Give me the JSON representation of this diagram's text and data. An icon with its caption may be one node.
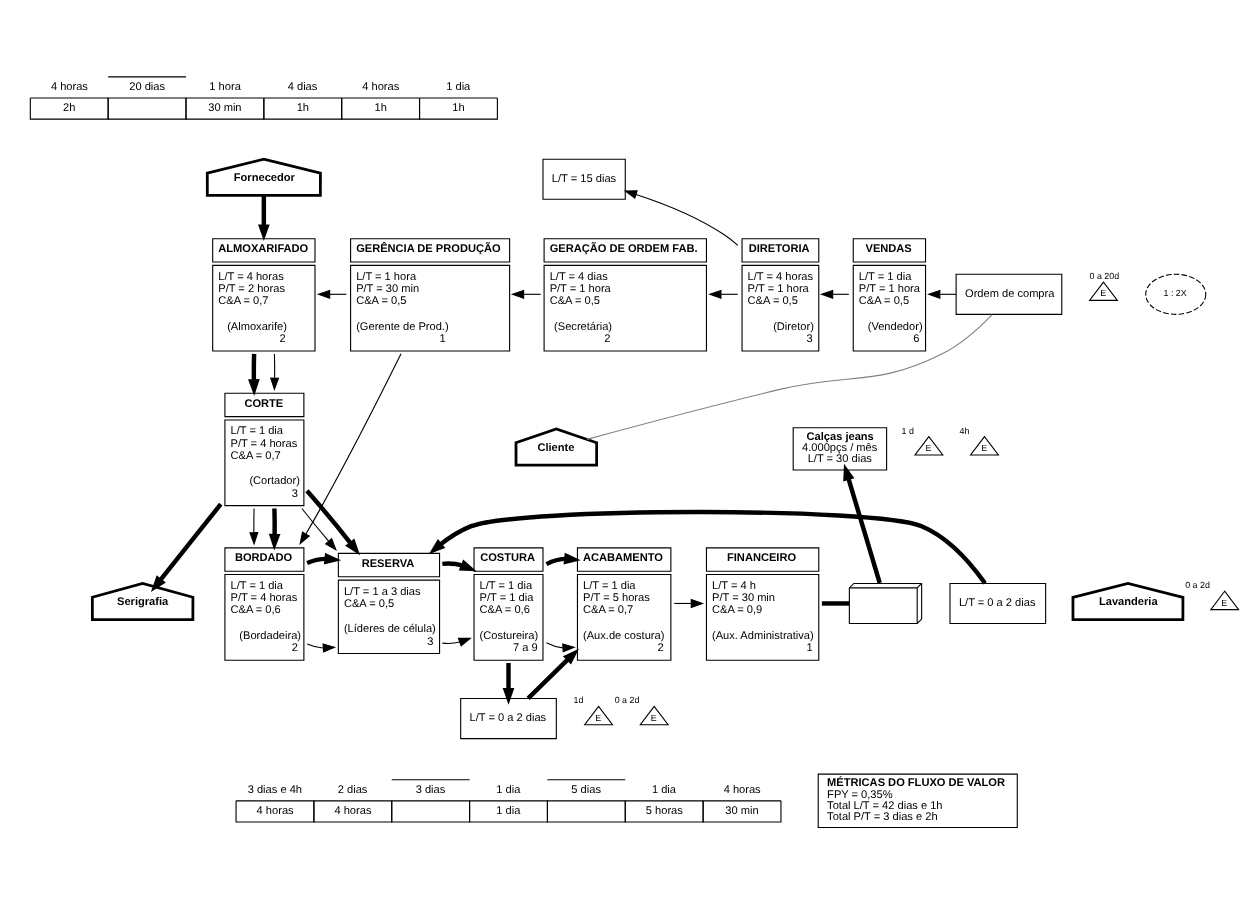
{
  "diagram": {
    "nodes": [
      {
        "text": [
          "Fornecedor"
        ]
      },
      {
        "text": [
          "L/T = 15 dias"
        ]
      },
      {
        "text": [
          "ALMOXARIFADO",
          "L/T = 4 horas",
          "P/T = 2 horas",
          "C&A = 0,7",
          "(Almoxarife)",
          "2"
        ]
      },
      {
        "text": [
          "GERÊNCIA DE PRODUÇÃO",
          "L/T = 1 hora",
          "P/T = 30 min",
          "C&A = 0,5",
          "(Gerente de Prod.)",
          "1"
        ]
      },
      {
        "text": [
          "GERAÇÃO DE ORDEM FAB.",
          "L/T = 4 dias",
          "P/T = 1 hora",
          "C&A = 0,5",
          "(Secretária)",
          "2"
        ]
      },
      {
        "text": [
          "DIRETORIA",
          "L/T = 4 horas",
          "P/T = 1 hora",
          "C&A = 0,5",
          "(Diretor)",
          "3"
        ]
      },
      {
        "text": [
          "VENDAS",
          "L/T = 1 dia",
          "P/T = 1 hora",
          "C&A = 0,5",
          "(Vendedor)",
          "6"
        ]
      },
      {
        "text": [
          "Ordem de compra"
        ]
      },
      {
        "text": [
          "Cliente"
        ]
      },
      {
        "text": [
          "Calças jeans",
          "4.000pçs / mês",
          "L/T = 30 dias"
        ]
      },
      {
        "text": [
          "CORTE",
          "L/T = 1 dia",
          "P/T = 4 horas",
          "C&A = 0,7",
          "(Cortador)",
          "3"
        ]
      },
      {
        "text": [
          "Serigrafia"
        ]
      },
      {
        "text": [
          "L/T = 0 a 2 dias"
        ]
      },
      {
        "text": [
          "BORDADO",
          "L/T = 1 dia",
          "P/T = 4 horas",
          "C&A = 0,6",
          "(Bordadeira)",
          "2"
        ]
      },
      {
        "text": [
          "RESERVA",
          "L/T = 1 a 3 dias",
          "C&A = 0,5",
          "(Líderes de célula)",
          "3"
        ]
      },
      {
        "text": [
          "COSTURA",
          "L/T = 1 dia",
          "P/T = 1 dia",
          "C&A = 0,6",
          "(Costureira)",
          "7 a 9"
        ]
      },
      {
        "text": [
          "Lavanderia"
        ]
      },
      {
        "text": [
          "L/T = 0 a 2 dias"
        ]
      },
      {
        "text": [
          "ACABAMENTO",
          "L/T = 1 dia",
          "P/T = 5 horas",
          "C&A = 0,7",
          "(Aux.de costura)",
          "2"
        ]
      },
      {
        "text": [
          "FINANCEIRO",
          "L/T = 4 h",
          "P/T = 30 min",
          "C&A = 0,9",
          "(Aux. Administrativa)",
          "1"
        ]
      },
      {
        "text": [],
        "shape": "picture"
      },
      {
        "text": [
          "MÉTRICAS DO FLUXO DE VALOR",
          "FPY = 0,35%",
          "Total L/T = 42 dias e 1h",
          "Total P/T = 3 dias e 2h"
        ]
      },
      {
        "text": [
          "1 : 2X"
        ]
      },
      {
        "text": [
          "E"
        ],
        "beside": [
          "0 a 20d"
        ]
      },
      {
        "text": [
          "E"
        ],
        "beside": [
          "1 d"
        ]
      },
      {
        "text": [
          "E"
        ],
        "beside": [
          "4h"
        ]
      },
      {
        "text": [
          "E"
        ],
        "beside": [
          "0 a 2d"
        ]
      },
      {
        "text": [
          "E"
        ],
        "beside": [
          "1d"
        ]
      },
      {
        "text": [
          "E"
        ],
        "beside": [
          "0 a 2d"
        ]
      }
    ],
    "edges": [
      {
        "from": 0,
        "to": 2,
        "arrow": "to",
        "style": "thick"
      },
      {
        "from": 3,
        "to": 2,
        "arrow": "to"
      },
      {
        "from": 4,
        "to": 3,
        "arrow": "to"
      },
      {
        "from": 5,
        "to": 4,
        "arrow": "to"
      },
      {
        "from": 6,
        "to": 5,
        "arrow": "to"
      },
      {
        "from": 7,
        "to": 6,
        "arrow": "to"
      },
      {
        "from": 8,
        "to": 7,
        "arrow": "none",
        "color": "#808080"
      },
      {
        "from": 5,
        "to": 1,
        "arrow": "to"
      },
      {
        "from": 2,
        "to": 10,
        "arrow": "to",
        "style": "thick"
      },
      {
        "from": 2,
        "to": 10,
        "arrow": "to"
      },
      {
        "from": 3,
        "to": 13,
        "arrow": "to"
      },
      {
        "from": 10,
        "to": 13,
        "arrow": "to"
      },
      {
        "from": 10,
        "to": 13,
        "arrow": "to",
        "style": "thick"
      },
      {
        "from": 10,
        "to": 14,
        "arrow": "to"
      },
      {
        "from": 10,
        "to": 14,
        "arrow": "to",
        "style": "thick"
      },
      {
        "from": 10,
        "to": 11,
        "arrow": "to",
        "style": "thick"
      },
      {
        "from": 12,
        "to": 14,
        "arrow": "to",
        "style": "thick"
      },
      {
        "from": 13,
        "to": 14,
        "arrow": "to"
      },
      {
        "from": 13,
        "to": 14,
        "arrow": "to",
        "style": "thick"
      },
      {
        "from": 14,
        "to": 15,
        "arrow": "to"
      },
      {
        "from": 14,
        "to": 15,
        "arrow": "to",
        "style": "thick"
      },
      {
        "from": 15,
        "to": 18,
        "arrow": "to"
      },
      {
        "from": 15,
        "to": 18,
        "arrow": "to",
        "style": "thick"
      },
      {
        "from": 15,
        "to": 17,
        "arrow": "to",
        "style": "thick"
      },
      {
        "from": 17,
        "to": 18,
        "arrow": "to",
        "style": "thick"
      },
      {
        "from": 18,
        "to": 19,
        "arrow": "to"
      },
      {
        "from": 19,
        "to": 20,
        "arrow": "none",
        "style": "thick"
      },
      {
        "from": 20,
        "to": 9,
        "arrow": "to",
        "style": "thick"
      }
    ],
    "labels": [
      "4 horas",
      "20 dias",
      "1 hora",
      "4 dias",
      "4 horas",
      "1 dia",
      "2h",
      "30 min",
      "1h",
      "1h",
      "1h",
      "3 dias e 4h",
      "2 dias",
      "3 dias",
      "1 dia",
      "5 dias",
      "1 dia",
      "4 horas",
      "4 horas",
      "4 horas",
      "1 dia",
      "5 horas",
      "30 min"
    ]
  }
}
